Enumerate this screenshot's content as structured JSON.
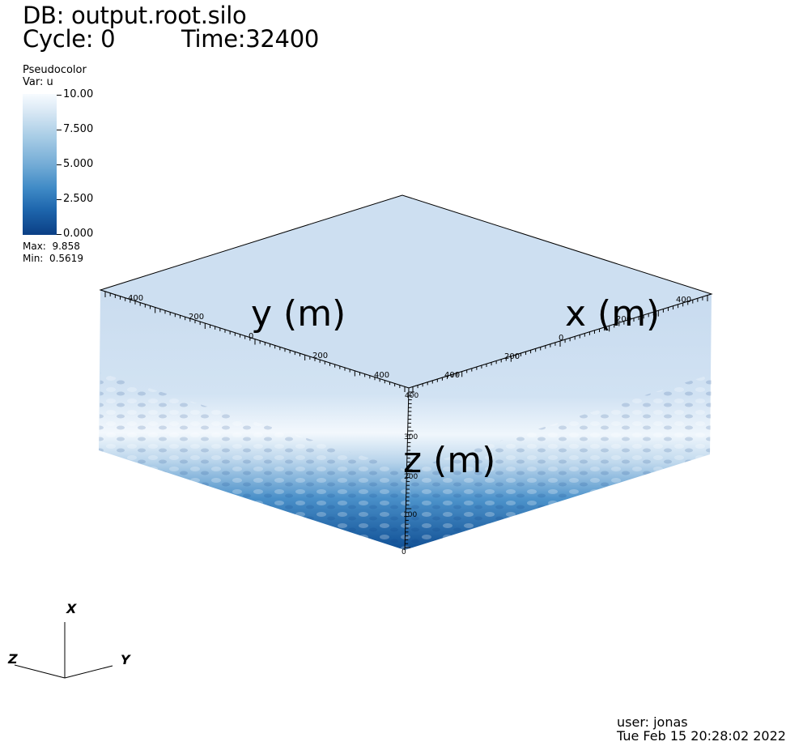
{
  "header": {
    "db_line": "DB: output.root.silo",
    "cycle_line": "Cycle: 0",
    "time_line": "Time:32400"
  },
  "legend": {
    "plot_type": "Pseudocolor",
    "var_line": "Var: u",
    "ticks": [
      "10.00",
      "7.500",
      "5.000",
      "2.500",
      "0.000"
    ],
    "max_line": "Max:  9.858",
    "min_line": "Min:  0.5619",
    "colormap_colors": [
      "#0b3f85",
      "#1e66ad",
      "#3f8ac6",
      "#74acd6",
      "#a9cde6",
      "#d7e7f4",
      "#f7fbff"
    ]
  },
  "axes": {
    "y_title": "y (m)",
    "x_title": "x (m)",
    "z_title": "z (m)",
    "y_tick_labels": [
      "400",
      "200",
      "0",
      "200",
      "400"
    ],
    "x_tick_labels": [
      "400",
      "200",
      "0",
      "200",
      "400"
    ],
    "z_tick_labels": [
      "400",
      "300",
      "200",
      "100",
      "0"
    ]
  },
  "triad": {
    "x": "X",
    "y": "Y",
    "z": "Z"
  },
  "footer": {
    "user_line": "user: jonas",
    "date_line": "Tue Feb 15 20:28:02 2022"
  }
}
